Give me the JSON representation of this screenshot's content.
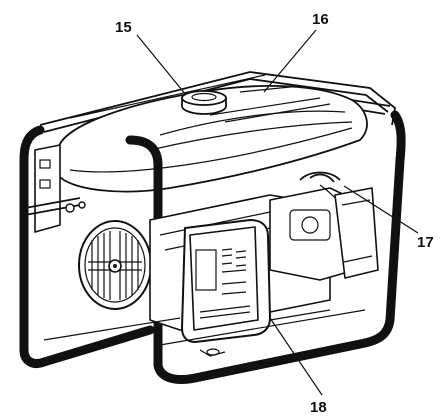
{
  "callouts": {
    "fuel_cap": {
      "label": "15"
    },
    "fuel_tank": {
      "label": "16"
    },
    "engine_side": {
      "label": "17"
    },
    "air_filter_cover": {
      "label": "18"
    }
  }
}
